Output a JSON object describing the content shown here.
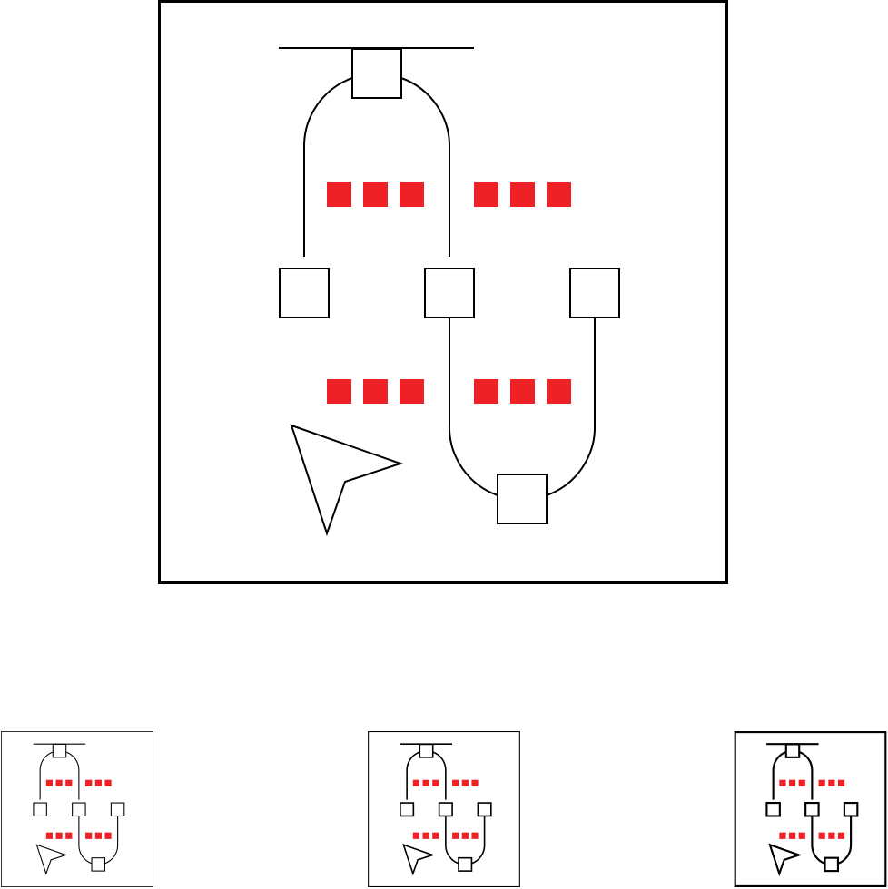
{
  "icon_set": {
    "subject": "workflow-diagram-icon",
    "variants": [
      {
        "id": "main",
        "style": "regular"
      },
      {
        "id": "thin",
        "style": "thin"
      },
      {
        "id": "medium",
        "style": "medium"
      },
      {
        "id": "bold",
        "style": "bold"
      }
    ]
  },
  "colors": {
    "stroke": "#000000",
    "accent": "#ee2226",
    "background": "#ffffff"
  }
}
